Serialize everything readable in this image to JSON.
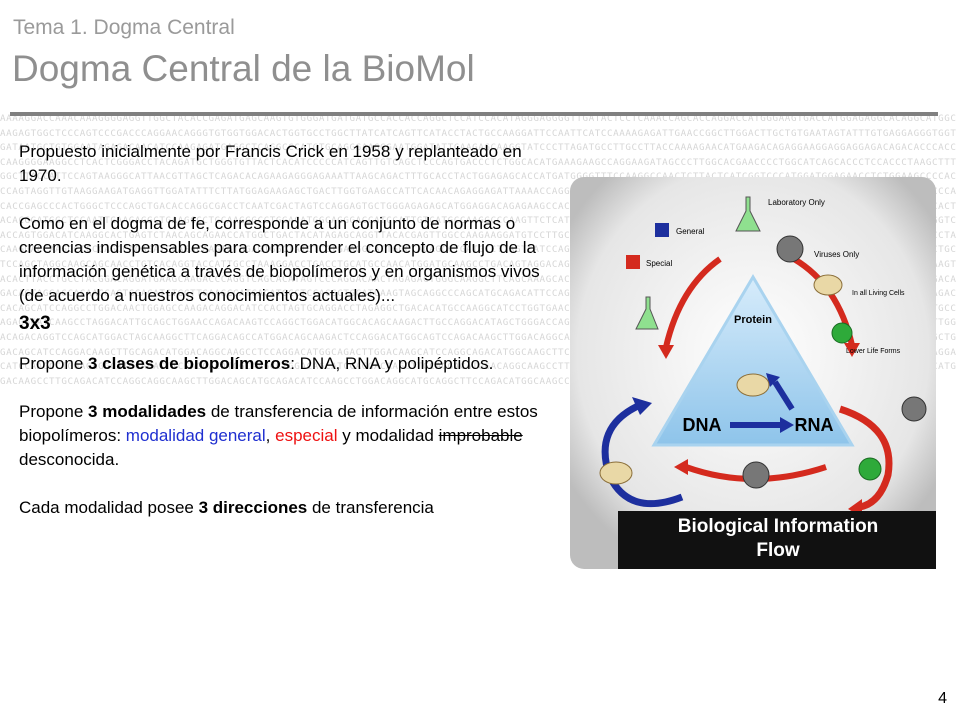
{
  "header": {
    "subtitle": "Tema 1. Dogma Central",
    "title": "Dogma Central de la BioMol"
  },
  "body": {
    "p1": "Propuesto inicialmente por Francis Crick en 1958 y replanteado en 1970.",
    "p2": "Como en el dogma de fe, corresponde a un conjunto de normas o creencias indispensables para comprender el concepto de flujo de la información genética a través de biopolímeros y en organismos vivos (de acuerdo a nuestros conocimientos actuales)...",
    "heading": "3x3",
    "p3": {
      "pre": "Propone ",
      "bold": "3 clases de biopolímeros",
      "post": ": DNA, RNA y polipéptidos."
    },
    "p4": {
      "pre": "Propone ",
      "num": "3",
      "bold": " modalidades",
      "mid": " de transferencia de información entre estos biopolímeros: ",
      "general": "modalidad general",
      "comma": ", ",
      "especial": "especial",
      "mid2": " y modalidad ",
      "improbable": "improbable",
      "post": " desconocida."
    },
    "p5": {
      "pre": "Cada modalidad posee ",
      "bold": "3 direcciones",
      "post": " de transferencia"
    }
  },
  "figure": {
    "legend_general": "General",
    "legend_special": "Special",
    "label_lab": "Laboratory Only",
    "label_viruses": "Viruses Only",
    "label_living": "In all Living Cells",
    "label_lower": "Lower Life Forms",
    "protein": "Protein",
    "dna": "DNA",
    "rna": "RNA",
    "banner_line1": "Biological Information",
    "banner_line2": "Flow",
    "colors": {
      "general": "#1d2f9e",
      "special": "#d42a1e",
      "banner": "#111111"
    }
  },
  "page_number": "4",
  "background_text": "AAAAGGACCAAACAAAGGGGAGGTTGGCTACACCGAGATGAGCAAGTGTGGGATGATGATGCCACCACCAGGCTCCATCCACATAGGGAGGGGTTGATACTCCTCAAACCAGCACCAGGACCATGGGAAGTGACCATGGAGAGGCACAGGCATGGCAAGAGTGGCTCCCAGTCCCGACCCAGGAACAGGGTGTGGTGGACACTGGTGCCTGGCTTATCATCAGTTCATACCTACTGCCAAGGATTCCAATTCATCCAAAAGAGATTGAACCGGCTTGGACTTGCTGTGAATAGTATTTGTGAGGAGGGTGGTGATAATGCTGTGGAATAGAGACAACATCCAAGAGATGAGGCTCAGGCCCATGTGCAGGGAAGGGAATGGATATTCAAGAGCAAGGTATCCCTTAGATGCCTTGCCTTACCAAAAGAACATGAAGACAGAGGAAGGAGGAGGAGACAGACACCCACCCAAGGGGAAGGCCTCACTCGGGACCTACAGATGCTGGGTGTTACTCACATCCCCCATCAGTTGTCAGCTCCCAGTGACCCTCTGGCACATGAAAGAAGCCAGGAAGATAGCCCTTGGCACGAACCCCTGGCATCAGCACCCTCCACCCTAAGCTTTGGCTTACCATTCCAGTAAGGGCATTAACGTTAGCTCAGACACAGAAGAGGGAGAAATTAAGCAGACTTTGCACCTACTGGAGAGCACCATGATGGGGTTTCCAAGGCCAACTCTTACTCATCGGTCCCATGGATGGAGAACCTCTGGAAGCCCCACCCAGTAGGTTGTAAGGAAGATGAGGTTGGATATTTCTTATGGAGAAGAGCTGACTTGGTGAAGCCATTCACAACAGAGGAGATTAAAACCAGGACTGGATGATCATGGAGGCAGGGCCTCAGCATGGCAGAAGGTCAGATGCACTTGCTGAACCCACACCGAGCCCACTGGGCTCCCAGCTGACACCAGGCGACCTCAATCGACTAGTCCAGGAGTGCTGGGAGAGAGCATGGAGGACAGAGAAGCCACCAACCTAGTGCAGGCTCCACAGTGACCAAGAAGTTCACAGAGATGCACTAGACAAGCCTCACTACACGGATGGCTCCAATTGAAGAGGCTGAAGCCCTGCAAGGGCCTGGACATGGCAGGGACCATCCATTGTCATGCCAAGGCCCAAGTTCTCATCCCCAGGGAGCCAGATACATTGTCACCGTTAGACCATGCACCCGGATCAGGAAAGGCAAGGTCACCAGTGGACATCAAGGCACTGAGTCTAACAGCAGAACCATGGCTGACTACATAGAGCAGGTTACACGAGTTGGCCAAGAAGGATGTCCTTGCCTGTTGGGAAGTGCTATGCCCTGGGAGGCAGAAGCAGCTGGGCATCAGAAAGACTGGGTCCTACAAGGACCAAGGCTCCCAGCCAGAGATCCAGACAAGTGTGGAGTGGCTATGTCCTGAAGGCATTGCCTACAGCCTGATGCCTTAGTCATCCAGGCCAGCTTGGACATTGAGGCCACAGTAGGAAGGTGGCTGGTGACACAGCTACAAGGAGTCTGCTCCAGCTAGGCAAGCAGCAACCTGTCACAGGTACCATTGCCTAAAGGACCTGACCTGCATGCCAACATGGATGCAAGCCTGACAGTAGGACAGCACAGAGGAATCCAGATGGCAACCTGCAGGGACTACAGCACCTGGCAACAGCTGCCAGGAAGTACACTTACCTGCCTACGGACAGGATGAAGCAAGACCCAGGTCAGCACATAGTCCCAGGACAACTAGAGACTGGGCAAGGCTTCAGCAAAGCACTCAACACCAGCATGGATCATCCAGAGGGAACAGCTCAGGACATGGCCTTGGAAGATCCTGACAGACAGTAGGAGCACAACCAGTGGACATCTGGTTGAAGCCATCACATGCCTCCAGGCTGCATGAAGTAGCAGGCCCAGCATGCAGACATTCCAGGCAACCTGGAGGCACAGATCCAGTTCCTGACTAAGCCAGGACTGACAGAGCTACATGGAAGACCACAGCATCCAGGCCTGGACAACTGGAGCCAAGACAGGACATCCACTAGTGCAGGACCTAGAGGCTGACACATGCCAAGGCATCCTGGTGAACAGCCAGATACTTGCCAGGACAGCTTGGCACAAGCCAGCATGAGACCTGGACAGACCACTTGCCAGAGGCATCAAGCCTAGGACATTGCAGCTGGAACCAGACAAGTCCAGGCTGGACATGGCACAGCAAGACTTGCCAGGACATAGCTGGGACCAGAGCAAGTCCTAGGCTCAGACCATGAAGCAGGACTTGCAGTGCAGACATCCAGGCAAGCCTTGGACAGACAGGTCCAGCATGGACTAGCAAGGCTTCAGGACAGCCATGGACAGCAAGACTCCAGGACATGGCAGTCCAGACAAGCTTGGACAGGCATGCACAGCAGGACTTCCAGACATGGCAAGCCTGGACAGGACTTCCAGACAGCATGCAAGGCTGGACAGCATCCAGGACAAGCTTGCAGACATGGACAGGCAAGCCTCCAGGACATGGCAGACTTGGACAAGCATCCAGGCAGACATGGCAAGCTTCCAGGACAGGCATGGACAAGCCTTGCAGGACATCCAGACAGGCAAGCTTGGACAGCATGCAGGACATCCAAGCCTGGACAGGCATGCAGACTTCCAGGACATGGCAAGCCTGGACAGCATCCAGGACAAGCTTGCAGGACATGGACAGGCAAGCCTTCCAGACATGGCAGGCTTGGACAAGCATCCAGGCAGGACATGGCAAGCTTCCAGGACAGGCATGGACAAGCCTTGCAGACATCCAGGCAGGCAAGCTTGGACAGCATGCAGACATCCAAGCCTGGACAGGCATGCAGGCTTCCAGACATGGCAAGCCTGGACAGCATCC"
}
